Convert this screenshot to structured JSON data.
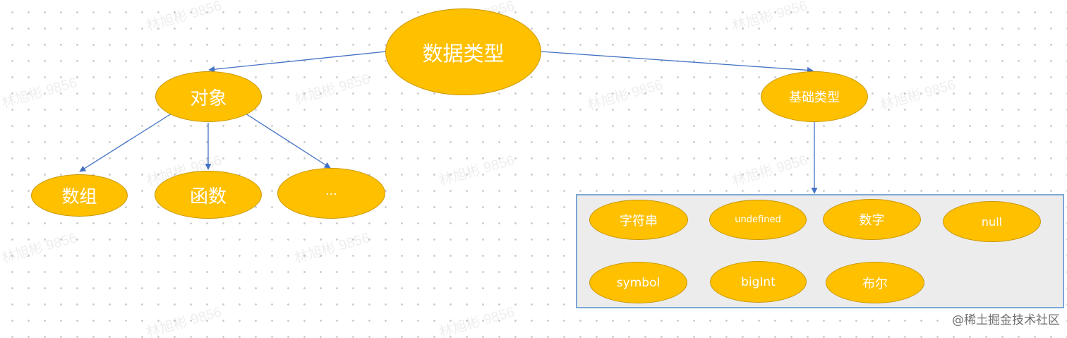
{
  "diagram": {
    "root": "数据类型",
    "object_branch": {
      "label": "对象",
      "children": [
        "数组",
        "函数",
        "..."
      ]
    },
    "basic_branch": {
      "label": "基础类型",
      "types": [
        "字符串",
        "undefined",
        "数字",
        "null",
        "symbol",
        "bigInt",
        "布尔"
      ]
    },
    "colors": {
      "node_fill": "#ffc000",
      "node_text": "#ffffff",
      "edge": "#4472c4",
      "group_fill": "#ececec",
      "group_border": "#7ea7d6"
    }
  },
  "watermark": {
    "text": "林旭彬 9856"
  },
  "footer": {
    "credit": "@稀土掘金技术社区"
  }
}
